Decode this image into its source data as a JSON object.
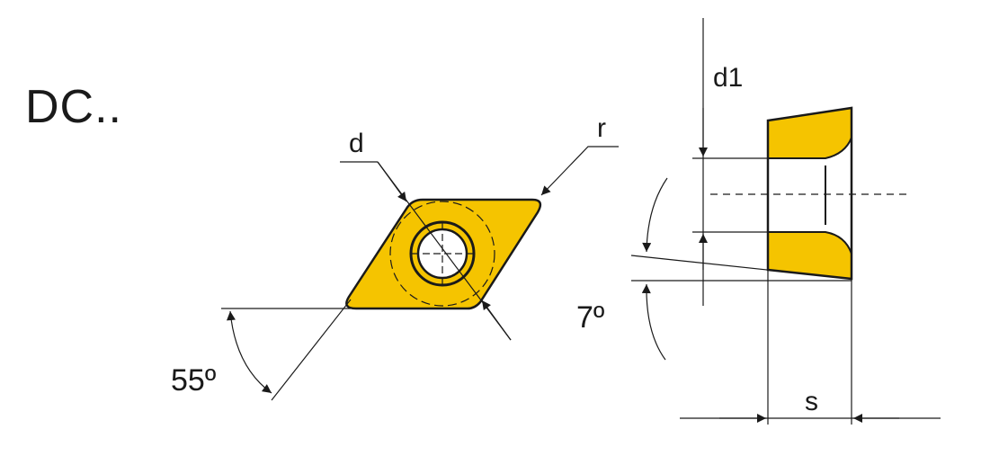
{
  "title": "DC..",
  "labels": {
    "d": "d",
    "r": "r",
    "d1": "d1",
    "clearance_angle": "7º",
    "nose_angle": "55º",
    "s": "s"
  },
  "colors": {
    "insert_fill": "#f5c400",
    "line": "#1a1a1a",
    "background": "#ffffff"
  }
}
